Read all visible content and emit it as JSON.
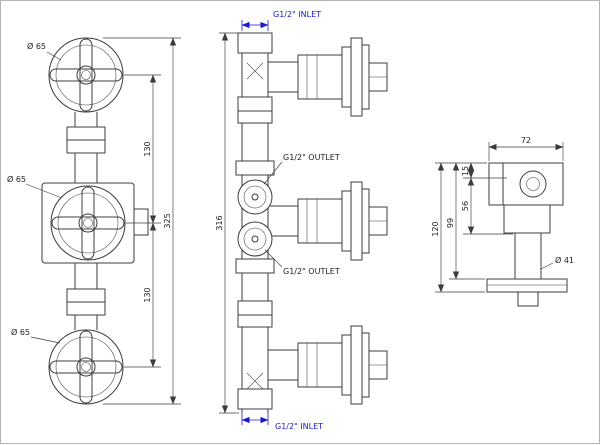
{
  "drawing": {
    "kind": "technical-drawing",
    "subject": "3-outlet thermostatic concealed valve - dimensional drawing",
    "views": {
      "front": {
        "dia_top": "Ø 65",
        "dia_middle": "Ø 65",
        "dia_bottom": "Ø 65",
        "dim_upper_spacing": "130",
        "dim_lower_spacing": "130",
        "dim_overall": "325"
      },
      "section": {
        "inlet_top": "G1/2\"  INLET",
        "inlet_bottom": "G1/2\"  INLET",
        "outlet_upper": "G1/2\" OUTLET",
        "outlet_lower": "G1/2\" OUTLET",
        "dim_overall": "316"
      },
      "side": {
        "dim_width": "72",
        "dim_a": "15",
        "dim_b": "56",
        "dim_c": "99",
        "dim_d": "120",
        "dia_pipe": "Ø 41"
      }
    },
    "colors": {
      "line": "#3c3c3c",
      "accent": "#1a1acc",
      "background": "#ffffff"
    }
  }
}
